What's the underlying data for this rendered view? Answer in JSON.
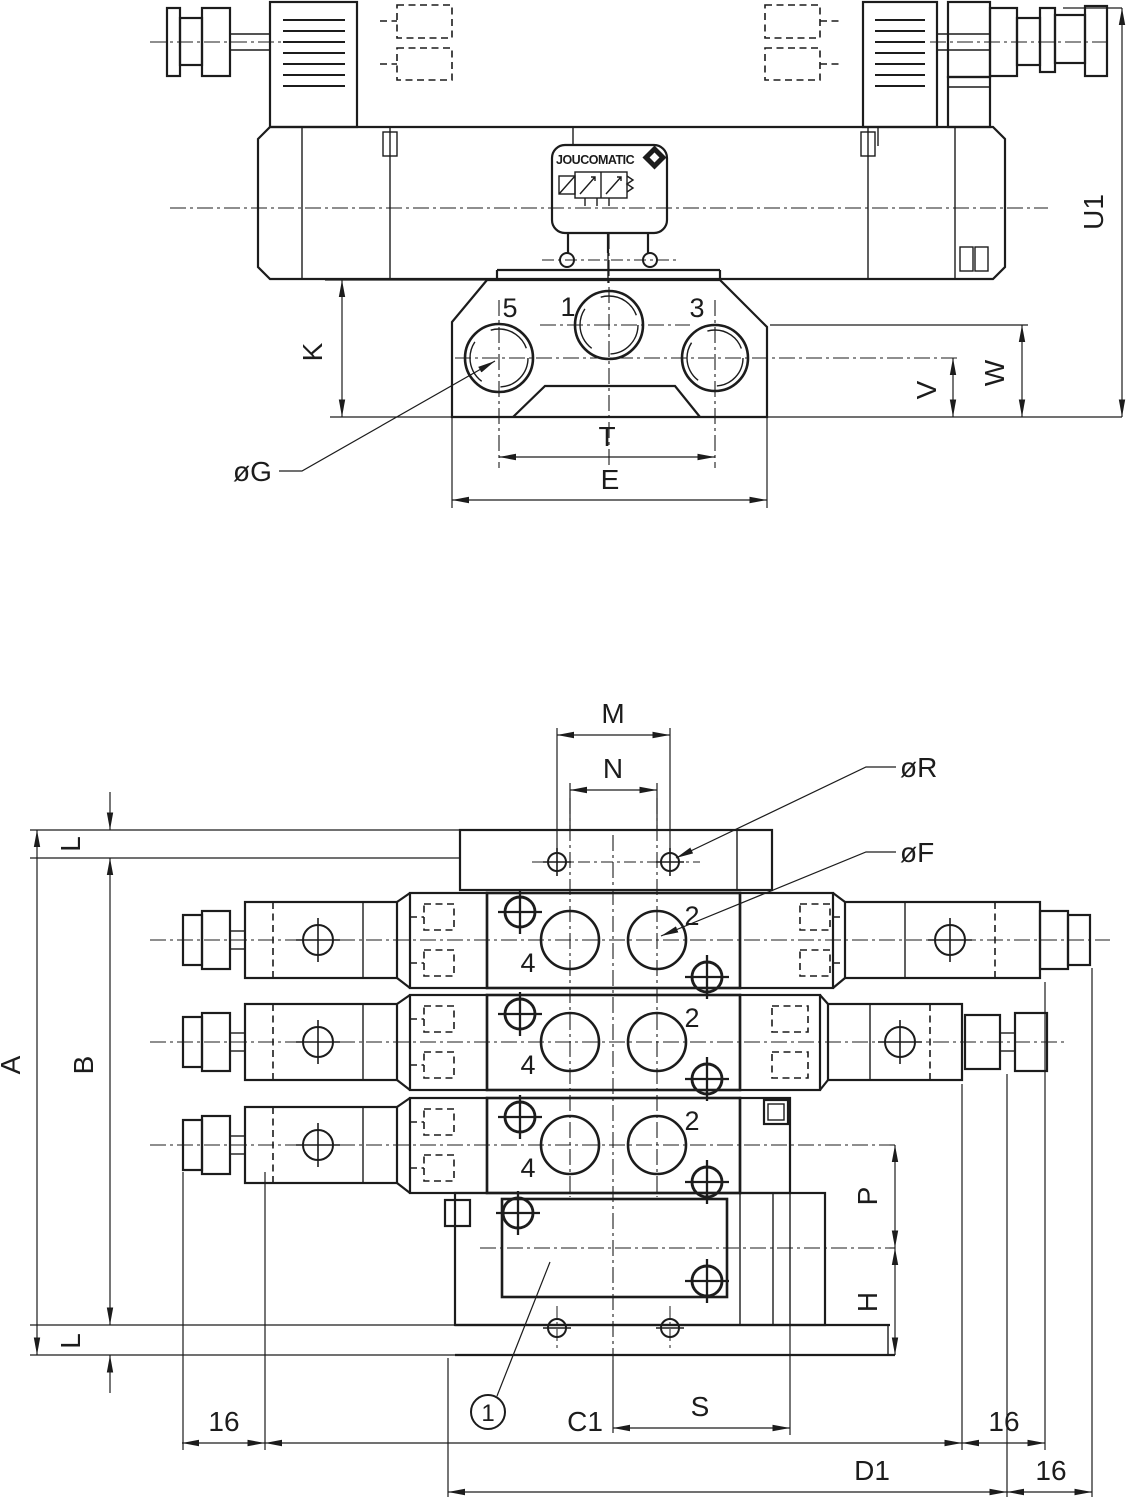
{
  "colors": {
    "ink": "#1c1c1c",
    "paper": "#ffffff"
  },
  "brand": {
    "name": "JOUCOMATIC"
  },
  "top_view": {
    "port_labels": {
      "p5": "5",
      "p1": "1",
      "p3": "3"
    },
    "dims": {
      "u1": "U1",
      "k": "K",
      "w": "W",
      "v": "V",
      "t": "T",
      "e": "E",
      "g": "øG"
    }
  },
  "bottom_view": {
    "port_labels": {
      "p2": "2",
      "p4": "4"
    },
    "dims": {
      "m": "M",
      "n": "N",
      "a": "A",
      "b": "B",
      "l_top": "L",
      "l_bottom": "L",
      "p": "P",
      "h": "H",
      "s": "S",
      "c1": "C1",
      "d1": "D1",
      "s16_left": "16",
      "s16_right_top": "16",
      "s16_right_bottom": "16",
      "r": "øR",
      "f": "øF"
    },
    "callout": {
      "number": "1"
    }
  }
}
